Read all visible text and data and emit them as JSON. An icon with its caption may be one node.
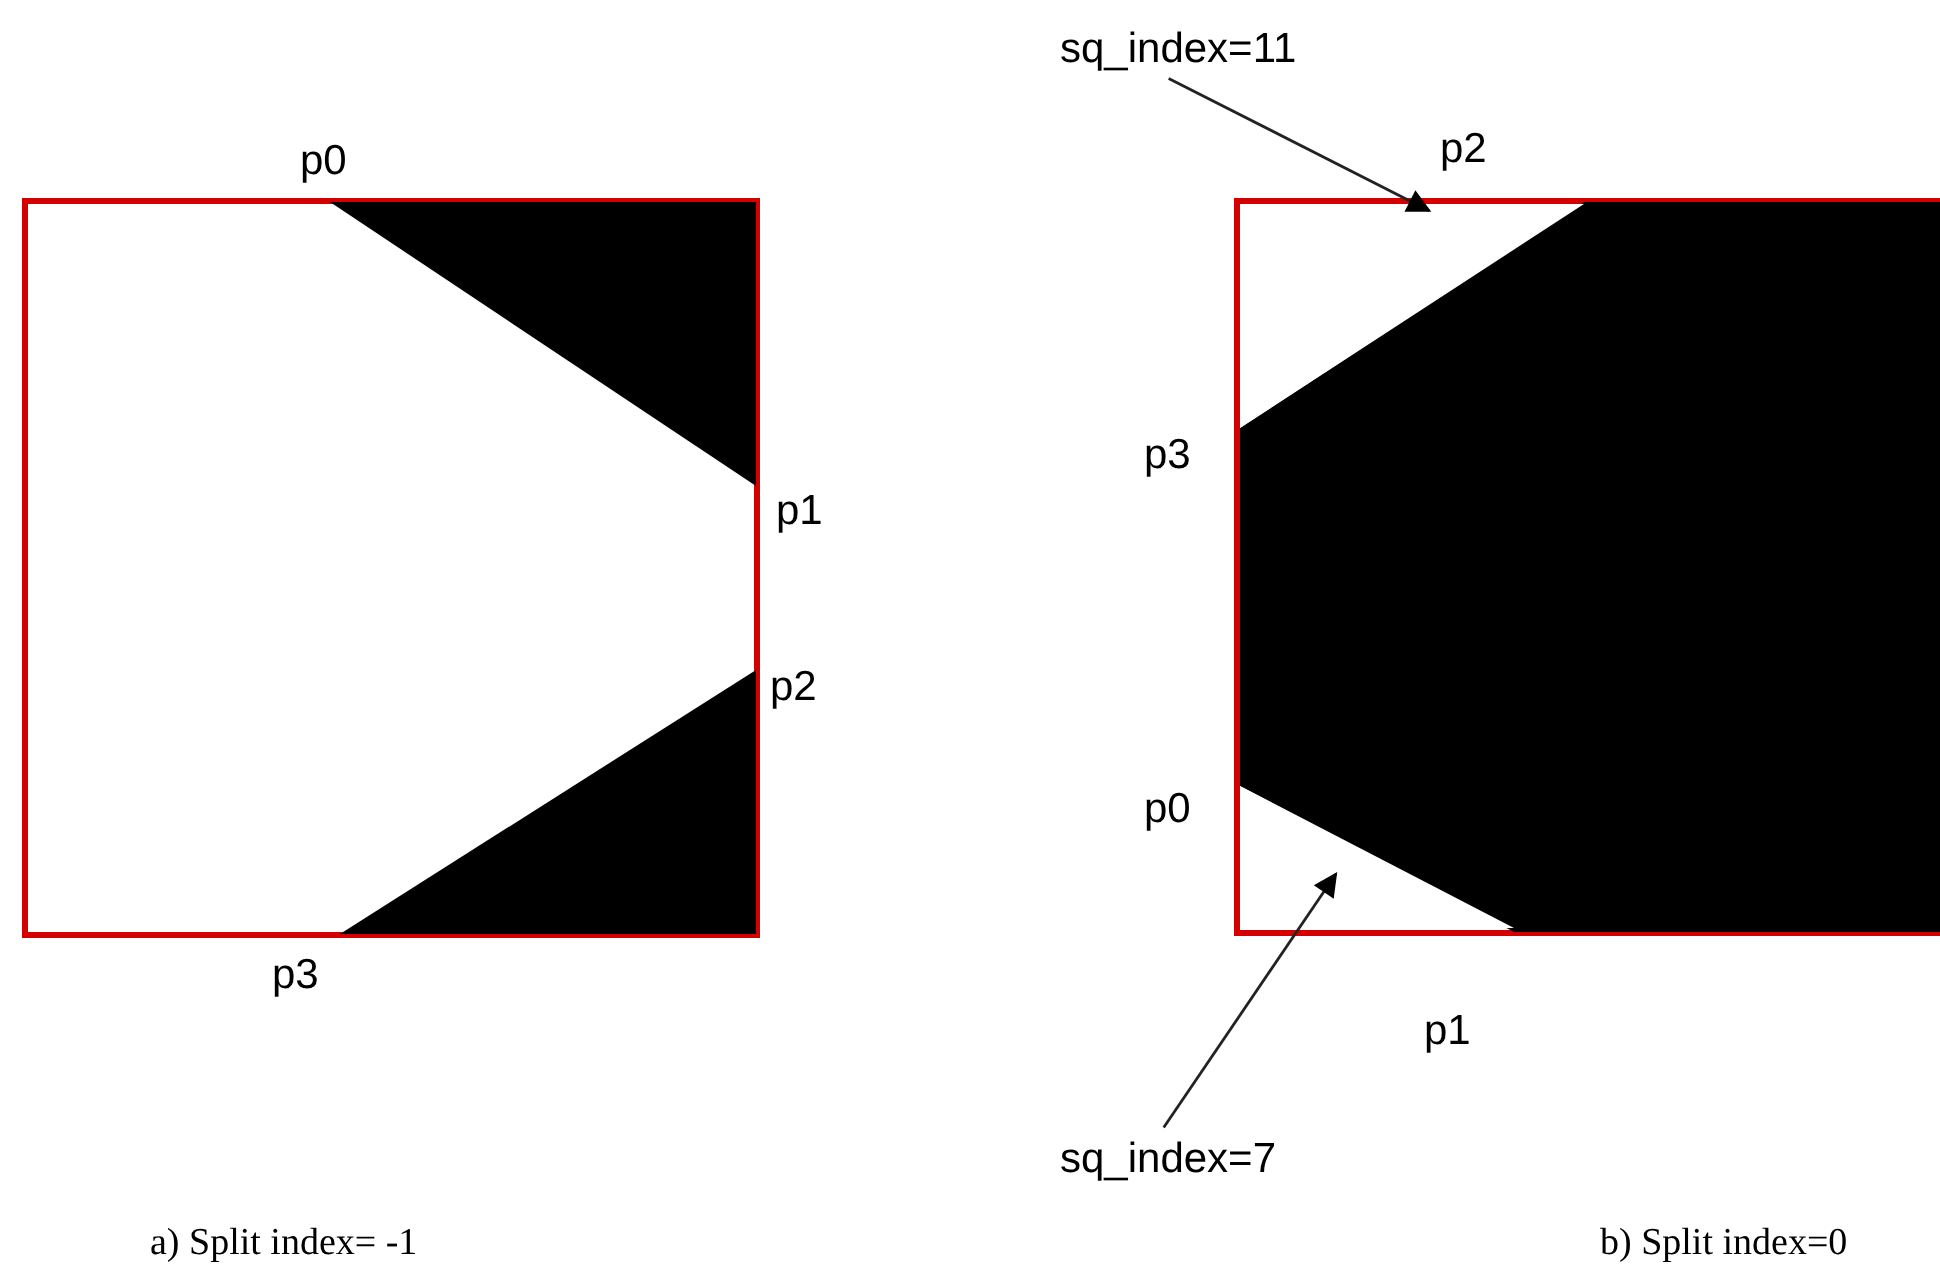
{
  "diagram": {
    "nodes": [
      {
        "text": [],
        "shape": "box",
        "beside": [
          "p0",
          "p1",
          "p2",
          "p3"
        ]
      },
      {
        "text": [],
        "shape": "box",
        "beside": [
          "p2",
          "p3",
          "p0",
          "p1"
        ]
      },
      {
        "text": [
          "sq_index=11"
        ]
      },
      {
        "text": [],
        "shape": "triangle",
        "in": 1
      },
      {
        "text": [
          "sq_index=7"
        ]
      },
      {
        "text": [],
        "shape": "triangle",
        "in": 1
      }
    ],
    "edges": [
      {
        "from": 2,
        "to": 3,
        "arrow": "to"
      },
      {
        "from": 4,
        "to": 5,
        "arrow": "to"
      }
    ],
    "labels": [
      "a) Split index= -1",
      "b) Split index=0"
    ]
  }
}
